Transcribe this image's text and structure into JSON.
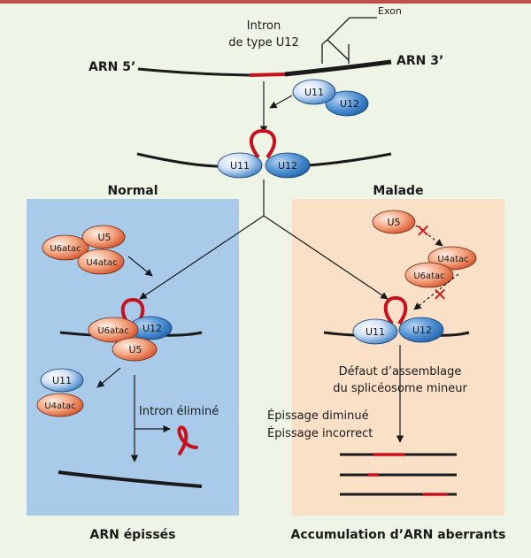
{
  "top": {
    "intron_line1": "Intron",
    "intron_line2": "de type U12",
    "exon": "Exon",
    "rna_5": "ARN 5’",
    "rna_3": "ARN 3’"
  },
  "snrna": {
    "u11": "U11",
    "u12": "U12",
    "u5": "U5",
    "u6atac": "U6atac",
    "u4atac": "U4atac"
  },
  "panels": {
    "normal": {
      "title": "Normal",
      "intron_removed": "Intron éliminé",
      "footer": "ARN épissés"
    },
    "disease": {
      "title": "Malade",
      "defect_line1": "Défaut d’assemblage",
      "defect_line2": "du splicéosome mineur",
      "splice_line1": "Épissage diminué",
      "splice_line2": "Épissage incorrect",
      "footer": "Accumulation d’ARN aberrants"
    }
  },
  "colors": {
    "background": "#eef4e6",
    "normal_panel": "#a9cbe9",
    "disease_panel": "#fbe0c8",
    "intron_red": "#c8101e",
    "blue_light": "#e6eefa",
    "blue_dark": "#2f78c0",
    "salmon_light": "#f7ccb4",
    "salmon_dark": "#d8562e"
  }
}
